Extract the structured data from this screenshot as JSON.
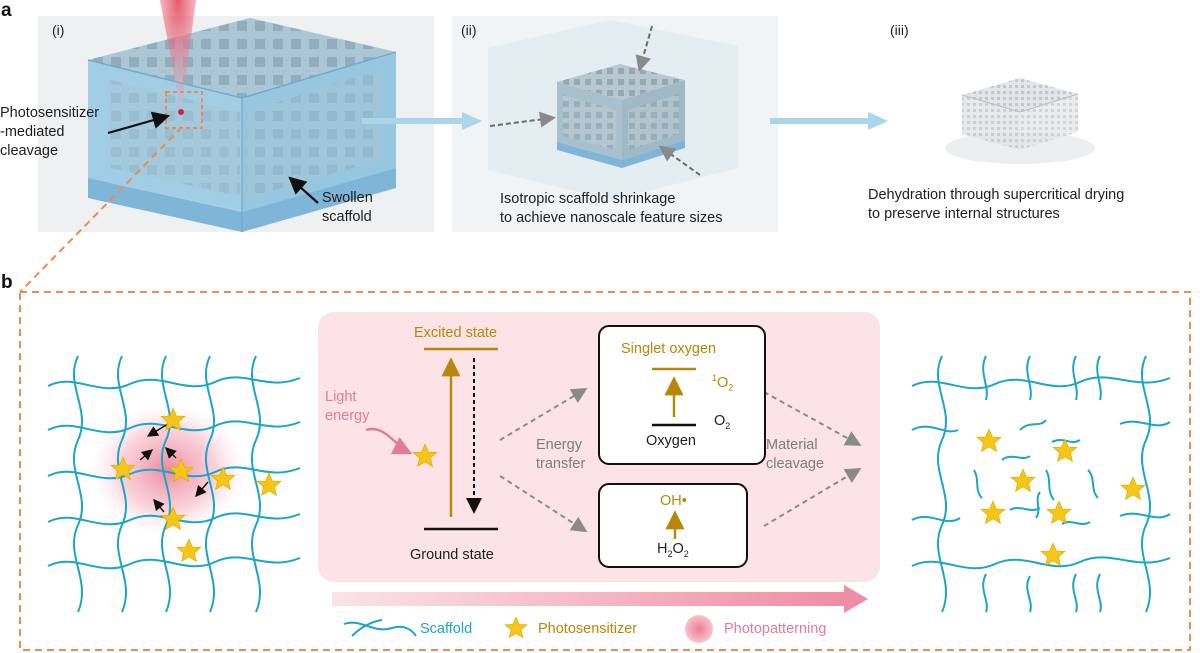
{
  "panel_a": {
    "letter": "a",
    "step1": {
      "numeral": "(i)",
      "label_cleavage": [
        "Photosensitizer",
        "-mediated",
        "cleavage"
      ],
      "label_scaffold": [
        "Swollen",
        "scaffold"
      ]
    },
    "step2": {
      "numeral": "(ii)",
      "caption": [
        "Isotropic scaffold shrinkage",
        "to achieve nanoscale feature sizes"
      ]
    },
    "step3": {
      "numeral": "(iii)",
      "caption": [
        "Dehydration through supercritical drying",
        "to preserve internal structures"
      ]
    }
  },
  "panel_b": {
    "letter": "b",
    "excited_state": "Excited state",
    "ground_state": "Ground state",
    "light_energy": [
      "Light",
      "energy"
    ],
    "energy_transfer": [
      "Energy",
      "transfer"
    ],
    "material_cleavage": [
      "Material",
      "cleavage"
    ],
    "singlet_box": {
      "title": "Singlet oxygen",
      "upper": "O",
      "upper_sup": "1",
      "upper_sub": "2",
      "lower": "O",
      "lower_sub": "2",
      "bottom": "Oxygen"
    },
    "radical_box": {
      "top": "OH•",
      "bottom_h": "H",
      "bottom_sub1": "2",
      "bottom_o": "O",
      "bottom_sub2": "2"
    },
    "legend": {
      "scaffold": "Scaffold",
      "photosensitizer": "Photosensitizer",
      "photopatterning": "Photopatterning"
    }
  },
  "colors": {
    "scaffold": "#1aa6c8",
    "star": "#f5c518",
    "gold": "#b8860b",
    "pink_panel": "#fbe3e8",
    "orange_dash": "#ef8b4b",
    "arrow_blue": "#a9d6ea"
  }
}
